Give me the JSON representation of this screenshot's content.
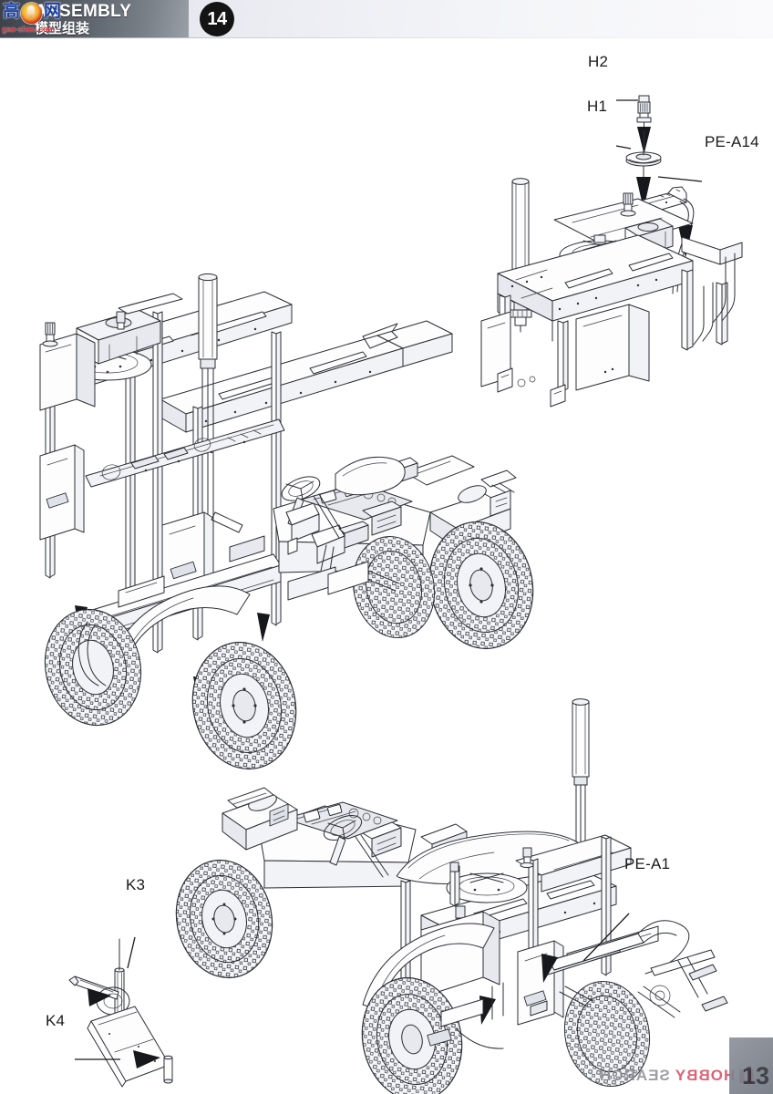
{
  "header": {
    "title": "ASSEMBLY",
    "subtitle": "模型组装",
    "step_number": "14",
    "logo": {
      "char_left": "高",
      "char_right": "网",
      "url": "gao-shou.com",
      "icon": "flame-gear-icon"
    },
    "colors": {
      "band_dark": "#4a505a",
      "band_light": "#eef0f5",
      "badge_bg": "#141414"
    }
  },
  "part_labels": [
    {
      "id": "h2",
      "text": "H2"
    },
    {
      "id": "h1",
      "text": "H1"
    },
    {
      "id": "pe-a14",
      "text": "PE-A14"
    },
    {
      "id": "pe-a1",
      "text": "PE-A1"
    },
    {
      "id": "k3",
      "text": "K3"
    },
    {
      "id": "k4",
      "text": "K4"
    }
  ],
  "diagram": {
    "description": "Exploded isometric line-art assembly diagram of a military 6x6 truck chassis with crane/antenna mast, shown in three views plus two detail sub-assemblies.",
    "line_color": "#2a2d33",
    "fill_color": "#fdfdfd",
    "shade_color": "#eceef1",
    "views": [
      "upper-right sub-assembly frame with antenna mast and PE-A14 plate",
      "main chassis assembly with wheels, cab interior and outer frame",
      "lower chassis assembly with PE-A1 railing detail",
      "bottom-left K3 / K4 small part detail"
    ]
  },
  "footer": {
    "watermark_primary": "HOBBY",
    "watermark_secondary": "SEARCH",
    "watermark_icon": "flame-badge-icon",
    "page_number": "13"
  }
}
